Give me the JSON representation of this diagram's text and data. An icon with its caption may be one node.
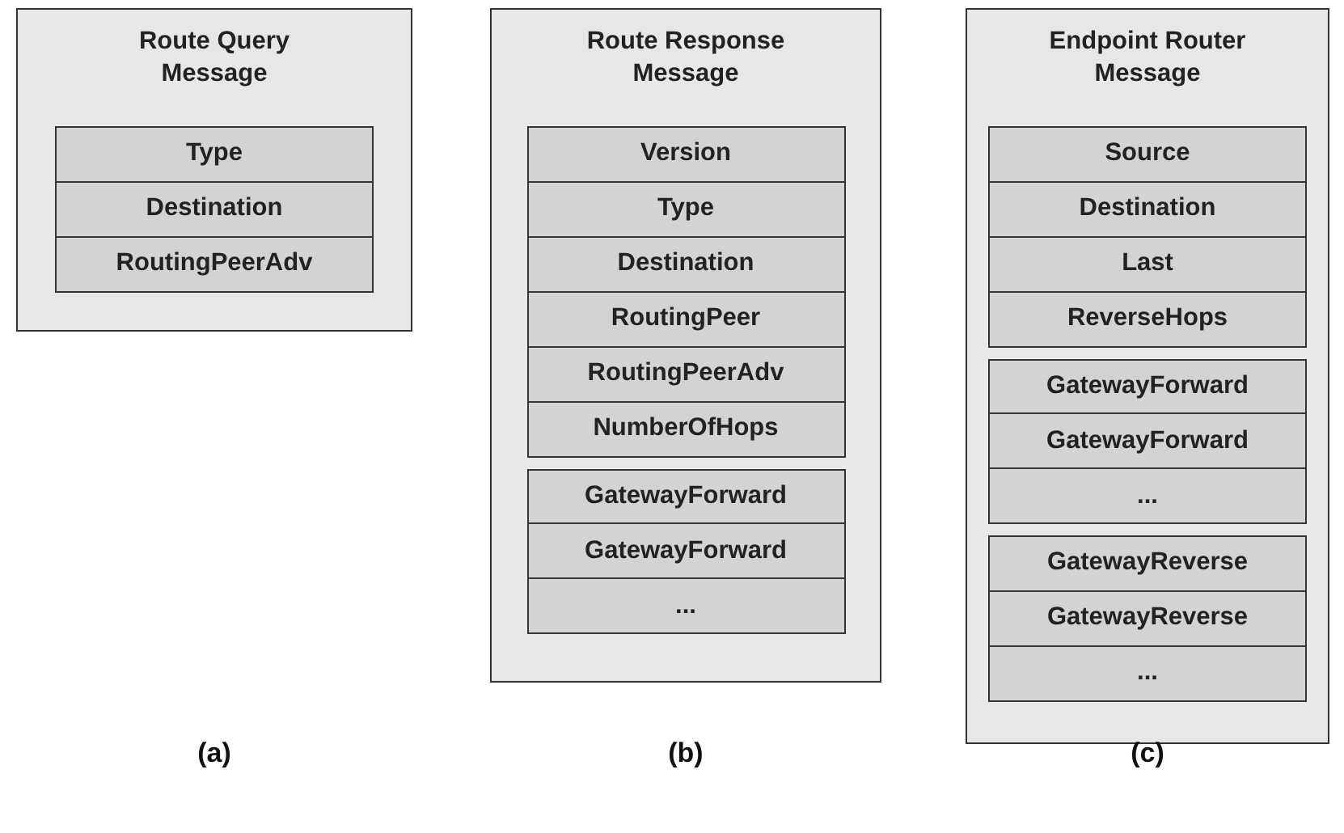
{
  "diagram": {
    "nodes": [
      {
        "text": [
          "Route Query Message"
        ]
      },
      {
        "text": [],
        "shape": "box",
        "in": 0
      },
      {
        "text": [
          "Type"
        ],
        "in": 1
      },
      {
        "text": [
          "Destination"
        ],
        "in": 1
      },
      {
        "text": [
          "RoutingPeerAdv"
        ],
        "in": 1
      },
      {
        "text": [
          "Route Response Message"
        ]
      },
      {
        "text": [],
        "shape": "box",
        "in": 5
      },
      {
        "text": [
          "Version"
        ],
        "in": 6
      },
      {
        "text": [
          "Type"
        ],
        "in": 6
      },
      {
        "text": [
          "Destination"
        ],
        "in": 6
      },
      {
        "text": [
          "RoutingPeer"
        ],
        "in": 6
      },
      {
        "text": [
          "RoutingPeerAdv"
        ],
        "in": 6
      },
      {
        "text": [
          "NumberOfHops"
        ],
        "in": 6
      },
      {
        "text": [],
        "shape": "box",
        "in": 5
      },
      {
        "text": [
          "GatewayForward"
        ],
        "in": 13
      },
      {
        "text": [
          "GatewayForward"
        ],
        "in": 13
      },
      {
        "text": [
          "..."
        ],
        "in": 13
      },
      {
        "text": [
          "Endpoint Router Message"
        ]
      },
      {
        "text": [],
        "shape": "box",
        "in": 17
      },
      {
        "text": [
          "Source"
        ],
        "in": 18
      },
      {
        "text": [
          "Destination"
        ],
        "in": 18
      },
      {
        "text": [
          "Last"
        ],
        "in": 18
      },
      {
        "text": [
          "ReverseHops"
        ],
        "in": 18
      },
      {
        "text": [],
        "shape": "box",
        "in": 17
      },
      {
        "text": [
          "GatewayForward"
        ],
        "in": 23
      },
      {
        "text": [
          "GatewayForward"
        ],
        "in": 23
      },
      {
        "text": [
          "..."
        ],
        "in": 23
      },
      {
        "text": [],
        "shape": "box",
        "in": 17
      },
      {
        "text": [
          "GatewayReverse"
        ],
        "in": 27
      },
      {
        "text": [
          "GatewayReverse"
        ],
        "in": 27
      },
      {
        "text": [
          "..."
        ],
        "in": 27
      }
    ],
    "labels": [
      "(a)",
      "(b)",
      "(c)"
    ]
  }
}
